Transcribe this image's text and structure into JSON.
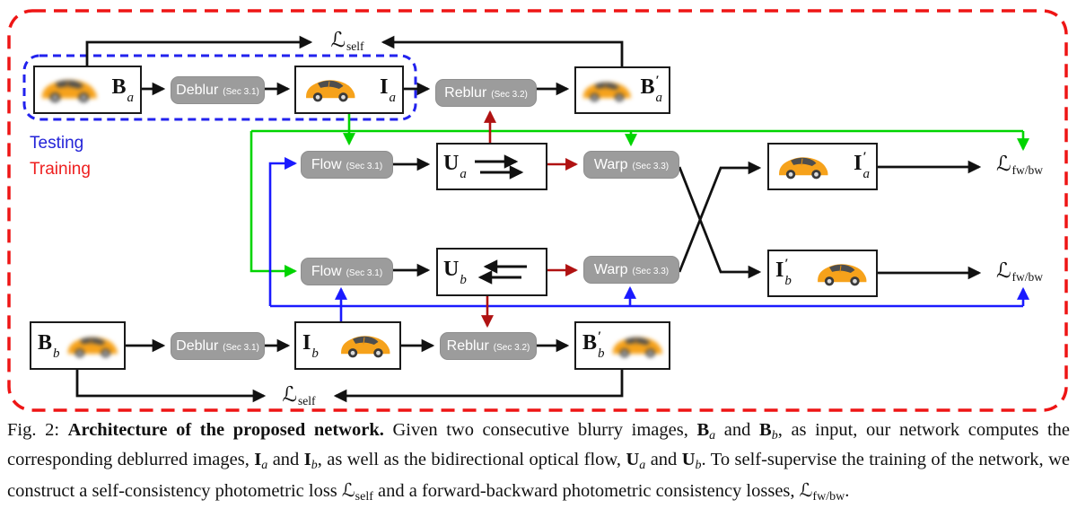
{
  "diagram": {
    "legend": {
      "testing": "Testing",
      "training": "Training"
    },
    "loss_self": {
      "symbol": "ℒ",
      "sub": "self"
    },
    "loss_fwbw": {
      "symbol": "ℒ",
      "sub": "fw/bw"
    },
    "modules": {
      "deblur": {
        "label": "Deblur",
        "sec": "(Sec 3.1)"
      },
      "reblur": {
        "label": "Reblur",
        "sec": "(Sec 3.2)"
      },
      "flow": {
        "label": "Flow",
        "sec": "(Sec 3.1)"
      },
      "warp": {
        "label": "Warp",
        "sec": "(Sec 3.3)"
      }
    },
    "nodes": {
      "Ba": {
        "sym": "B",
        "prime": "",
        "sub": "a"
      },
      "Ia": {
        "sym": "I",
        "prime": "",
        "sub": "a"
      },
      "Bpa": {
        "sym": "B",
        "prime": "′",
        "sub": "a"
      },
      "Ua": {
        "sym": "U",
        "prime": "",
        "sub": "a"
      },
      "Ub": {
        "sym": "U",
        "prime": "",
        "sub": "b"
      },
      "Ipa": {
        "sym": "I",
        "prime": "′",
        "sub": "a"
      },
      "Ipb": {
        "sym": "I",
        "prime": "′",
        "sub": "b"
      },
      "Bb": {
        "sym": "B",
        "prime": "",
        "sub": "b"
      },
      "Ib": {
        "sym": "I",
        "prime": "",
        "sub": "b"
      },
      "Bpb": {
        "sym": "B",
        "prime": "′",
        "sub": "b"
      }
    },
    "colors": {
      "flow_green": "#00d400",
      "flow_blue": "#1a1aff",
      "arrow_dark_red": "#b01212",
      "training_border_red": "#ee1515",
      "testing_border_blue": "#2222ee",
      "module_gray": "#9c9c9c"
    }
  },
  "caption": {
    "segments": [
      {
        "t": "Fig. 2: "
      },
      {
        "t": "Architecture of the proposed network.",
        "s": "b"
      },
      {
        "t": " Given two consecutive blurry images, "
      },
      {
        "t": "B",
        "s": "m"
      },
      {
        "t": "a",
        "s": "sub"
      },
      {
        "t": " and "
      },
      {
        "t": "B",
        "s": "m"
      },
      {
        "t": "b",
        "s": "sub"
      },
      {
        "t": ", as input, our network computes the corresponding deblurred images, "
      },
      {
        "t": "I",
        "s": "m"
      },
      {
        "t": "a",
        "s": "sub"
      },
      {
        "t": " and "
      },
      {
        "t": "I",
        "s": "m"
      },
      {
        "t": "b",
        "s": "sub"
      },
      {
        "t": ", as well as the bidirectional optical flow, "
      },
      {
        "t": "U",
        "s": "m"
      },
      {
        "t": "a",
        "s": "sub"
      },
      {
        "t": " and "
      },
      {
        "t": "U",
        "s": "m"
      },
      {
        "t": "b",
        "s": "sub"
      },
      {
        "t": ". To self-supervise the training of the network, we construct a self-consistency photometric loss "
      },
      {
        "t": "ℒ",
        "s": "scr"
      },
      {
        "t": "self",
        "s": "ssub"
      },
      {
        "t": " and a forward-backward photometric consistency losses, "
      },
      {
        "t": "ℒ",
        "s": "scr"
      },
      {
        "t": "fw/bw",
        "s": "ssub"
      },
      {
        "t": "."
      }
    ]
  }
}
